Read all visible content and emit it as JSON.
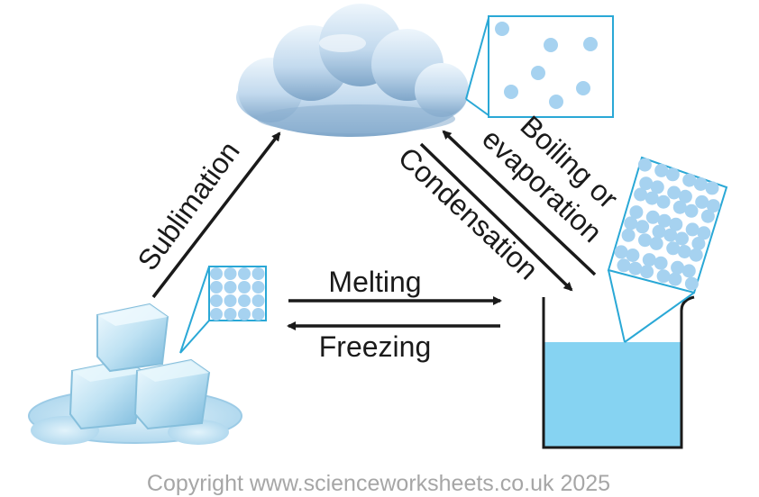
{
  "labels": {
    "sublimation": "Sublimation",
    "condensation": "Condensation",
    "boiling_line1": "Boiling or",
    "boiling_line2": "evaporation",
    "melting": "Melting",
    "freezing": "Freezing"
  },
  "copyright": "Copyright www.scienceworksheets.co.uk 2025",
  "colors": {
    "arrow": "#1a1a1a",
    "particle": "#a6d2f0",
    "particle_border": "#2aa8d6",
    "liquid": "#86d3f2",
    "beaker_outline": "#1a1a1a",
    "cloud": "#c2d9ec",
    "ice": "#bfe0f1"
  }
}
